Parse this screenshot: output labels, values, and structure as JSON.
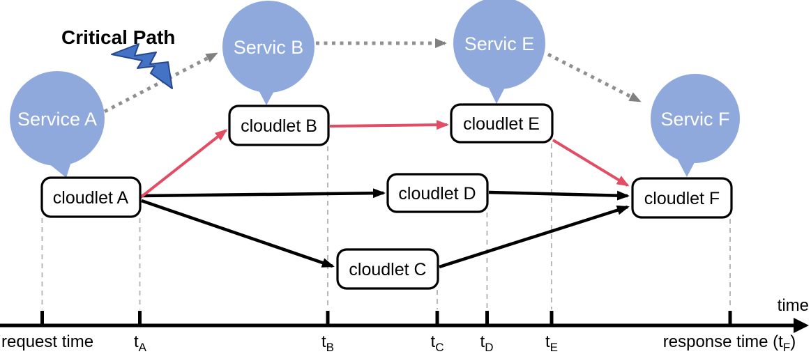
{
  "labels": {
    "critical_path": "Critical Path",
    "time_axis": "time"
  },
  "services": {
    "a": "Service A",
    "b": "Servic B",
    "e": "Servic E",
    "f": "Servic F"
  },
  "cloudlets": {
    "a": "cloudlet A",
    "b": "cloudlet B",
    "c": "cloudlet C",
    "d": "cloudlet D",
    "e": "cloudlet E",
    "f": "cloudlet F"
  },
  "timeline": {
    "request_label": "request time",
    "t_prefix": "t",
    "tick_subs": {
      "a": "A",
      "b": "B",
      "c": "C",
      "d": "D",
      "e": "E"
    },
    "response": {
      "pre": "response time (t",
      "sub": "F",
      "post": ")"
    }
  },
  "colors": {
    "bubble_fill": "#8FA9DC",
    "critical_edge": "#E14D64",
    "dotted_edge": "#909090",
    "default_edge": "#000000",
    "guide_line": "#b8b8b8",
    "bolt_fill": "#4472C4"
  }
}
